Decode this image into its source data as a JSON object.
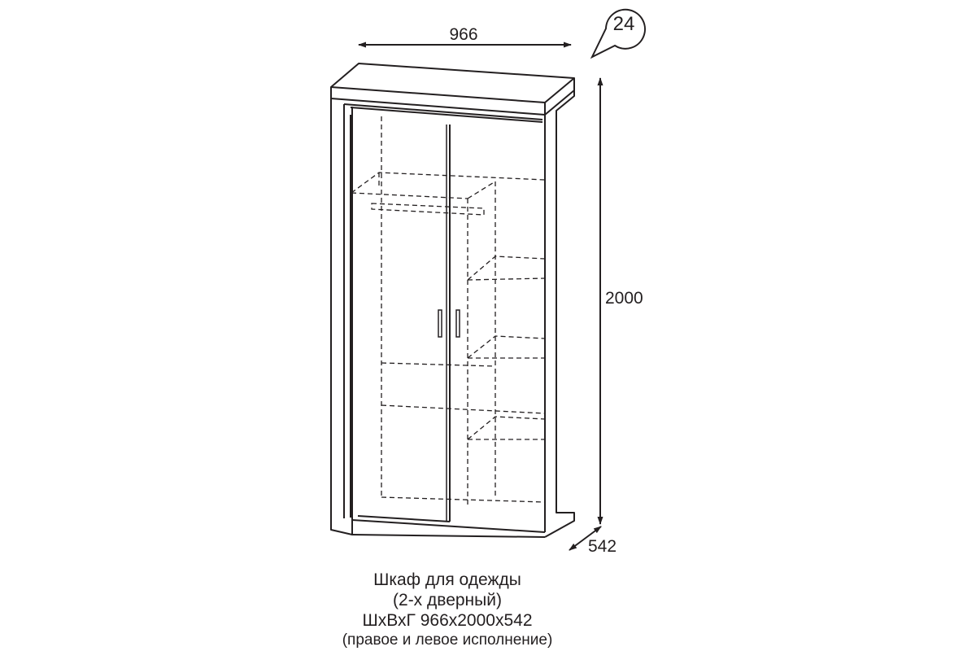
{
  "badge": {
    "number": "24"
  },
  "dimensions": {
    "width": "966",
    "height": "2000",
    "depth": "542"
  },
  "caption": {
    "line1": "Шкаф для одежды",
    "line2": "(2-х дверный)",
    "line3": "ШхВхГ 966х2000х542",
    "line4": "(правое и левое исполнение)"
  },
  "colors": {
    "ink": "#231f20",
    "background": "#ffffff"
  }
}
